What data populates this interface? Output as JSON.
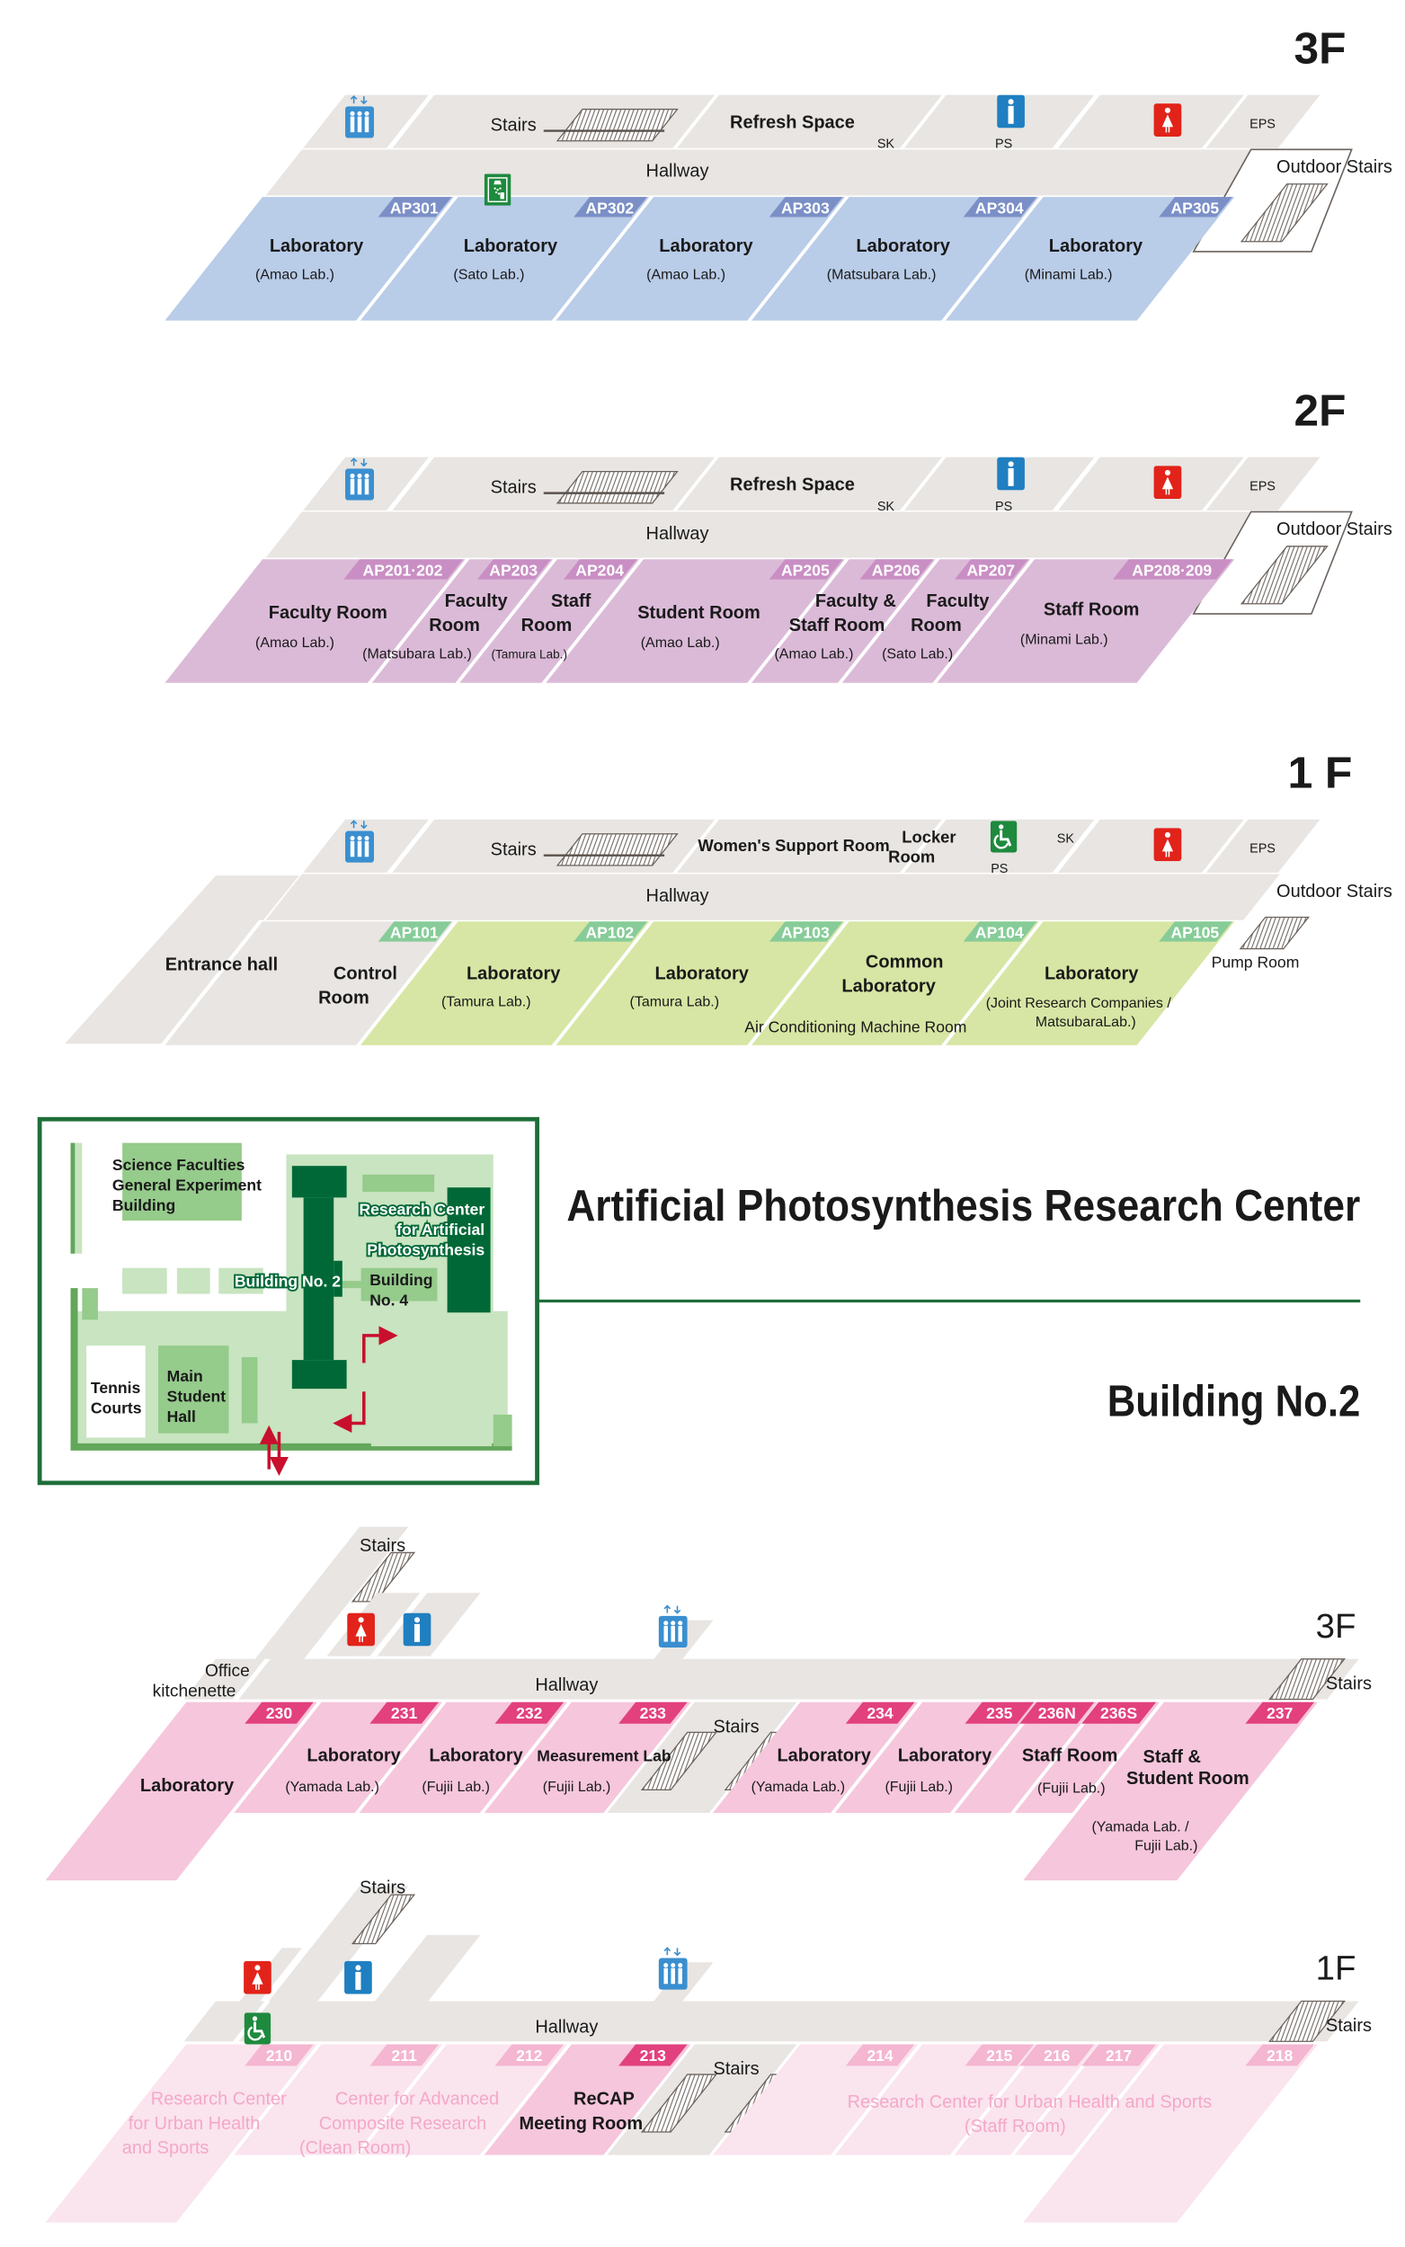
{
  "title": "Artificial Photosynthesis Research Center",
  "building_label": "Building No.2",
  "ap_building": {
    "common": {
      "stairs": "Stairs",
      "hallway": "Hallway",
      "sk": "SK",
      "ps": "PS",
      "eps": "EPS",
      "outdoor_stairs": "Outdoor Stairs"
    },
    "f3": {
      "label": "3F",
      "refresh": "Refresh Space",
      "rooms": [
        {
          "tag": "AP301",
          "name": [
            "Laboratory"
          ],
          "lab": [
            "(Amao Lab.)"
          ]
        },
        {
          "tag": "AP302",
          "name": [
            "Laboratory"
          ],
          "lab": [
            "(Sato Lab.)"
          ]
        },
        {
          "tag": "AP303",
          "name": [
            "Laboratory"
          ],
          "lab": [
            "(Amao Lab.)"
          ]
        },
        {
          "tag": "AP304",
          "name": [
            "Laboratory"
          ],
          "lab": [
            "(Matsubara Lab.)"
          ]
        },
        {
          "tag": "AP305",
          "name": [
            "Laboratory"
          ],
          "lab": [
            "(Minami Lab.)"
          ]
        }
      ]
    },
    "f2": {
      "label": "2F",
      "refresh": "Refresh Space",
      "rooms": [
        {
          "tag": "AP201·202",
          "name": [
            "Faculty Room"
          ],
          "lab": [
            "(Amao Lab.)"
          ]
        },
        {
          "tag": "AP203",
          "name": [
            "Faculty",
            "Room"
          ],
          "lab": [
            "(Matsubara Lab.)"
          ]
        },
        {
          "tag": "AP204",
          "name": [
            "Staff",
            "Room"
          ],
          "lab": [
            "(Tamura Lab.)"
          ]
        },
        {
          "tag": "AP205",
          "name": [
            "Student Room"
          ],
          "lab": [
            "(Amao Lab.)"
          ]
        },
        {
          "tag": "AP206",
          "name": [
            "Faculty &",
            "Staff Room"
          ],
          "lab": [
            "(Amao Lab.)"
          ]
        },
        {
          "tag": "AP207",
          "name": [
            "Faculty",
            "Room"
          ],
          "lab": [
            "(Sato Lab.)"
          ]
        },
        {
          "tag": "AP208·209",
          "name": [
            "Staff Room"
          ],
          "lab": [
            "(Minami Lab.)"
          ]
        }
      ]
    },
    "f1": {
      "label": "1 F",
      "womens_support": "Women's Support Room",
      "locker": [
        "Locker",
        "Room"
      ],
      "entrance": "Entrance hall",
      "pump": "Pump Room",
      "air_conditioning": "Air Conditioning Machine Room",
      "rooms": [
        {
          "tag": "AP101",
          "name": [
            "Control",
            "Room"
          ]
        },
        {
          "tag": "AP102",
          "name": [
            "Laboratory"
          ],
          "lab": [
            "(Tamura Lab.)"
          ]
        },
        {
          "tag": "AP103",
          "name": [
            "Laboratory"
          ],
          "lab": [
            "(Tamura Lab.)"
          ]
        },
        {
          "tag": "AP104",
          "name": [
            "Common",
            "Laboratory"
          ]
        },
        {
          "tag": "AP105",
          "name": [
            "Laboratory"
          ],
          "lab": [
            "(Joint Research Companies /",
            "MatsubaraLab.)"
          ]
        }
      ]
    }
  },
  "map": {
    "science": [
      "Science Faculties",
      "General Experiment",
      "Building"
    ],
    "research_center": [
      "Research Center",
      "for Artificial",
      "Photosynthesis"
    ],
    "building2": "Building No. 2",
    "building4": [
      "Building",
      "No. 4"
    ],
    "tennis": [
      "Tennis",
      "Courts"
    ],
    "main_hall": [
      "Main",
      "Student",
      "Hall"
    ]
  },
  "building2": {
    "common": {
      "stairs": "Stairs",
      "hallway": "Hallway"
    },
    "f3": {
      "label": "3F",
      "office": [
        "Office",
        "kitchenette"
      ],
      "rooms": [
        {
          "tag": "230",
          "name": [
            "Laboratory"
          ]
        },
        {
          "tag": "231",
          "name": [
            "Laboratory"
          ],
          "lab": [
            "(Yamada Lab.)"
          ]
        },
        {
          "tag": "232",
          "name": [
            "Laboratory"
          ],
          "lab": [
            "(Fujii Lab.)"
          ]
        },
        {
          "tag": "233",
          "name": [
            "Measurement Lab"
          ],
          "lab": [
            "(Fujii Lab.)"
          ]
        },
        {
          "tag": "234",
          "name": [
            "Laboratory"
          ],
          "lab": [
            "(Yamada Lab.)"
          ]
        },
        {
          "tag": "235",
          "name": [
            "Laboratory"
          ],
          "lab": [
            "(Fujii Lab.)"
          ]
        },
        {
          "tag": "236N",
          "name": [
            "Staff Room"
          ],
          "lab": [
            "(Fujii Lab.)"
          ]
        },
        {
          "tag": "236S"
        },
        {
          "tag": "237",
          "name": [
            "Staff &",
            "Student Room"
          ],
          "lab": [
            "(Yamada Lab. /",
            "Fujii Lab.)"
          ]
        }
      ]
    },
    "f1": {
      "label": "1F",
      "rooms": [
        {
          "tag": "210",
          "name": [
            "Research Center",
            "for Urban Health",
            "and Sports"
          ]
        },
        {
          "tag": "211",
          "name": [
            "Center for Advanced",
            "Composite Research",
            "(Clean Room)"
          ]
        },
        {
          "tag": "212"
        },
        {
          "tag": "213",
          "name": [
            "ReCAP",
            "Meeting Room"
          ]
        },
        {
          "tag": "214",
          "name": [
            "Research Center for Urban Health and Sports",
            "(Staff Room)"
          ]
        },
        {
          "tag": "215"
        },
        {
          "tag": "216"
        },
        {
          "tag": "217"
        },
        {
          "tag": "218"
        }
      ]
    }
  },
  "colors": {
    "floor_3f_room": "#b9cce8",
    "floor_2f_room": "#dbbad8",
    "floor_1f_room": "#d7e6a4",
    "building2_3f_room": "#f6c6dc",
    "building2_1f_room": "#fae4ee",
    "accent_green": "#006837"
  }
}
